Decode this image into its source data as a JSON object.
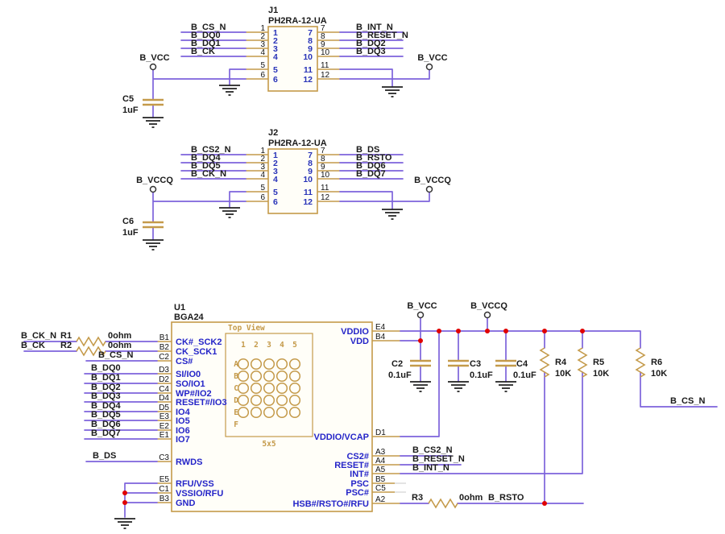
{
  "colors": {
    "wire": "#7d63db",
    "symbol": "#c49a4a",
    "pin_name": "#2424c8",
    "junction": "#e00000",
    "text": "#1a1a1a"
  },
  "j1": {
    "ref": "J1",
    "part": "PH2RA-12-UA",
    "pins_left": [
      "1",
      "2",
      "3",
      "4",
      "5",
      "6"
    ],
    "pins_right": [
      "7",
      "8",
      "9",
      "10",
      "11",
      "12"
    ],
    "nets_left": [
      "B_CS_N",
      "B_DQ0",
      "B_DQ1",
      "B_CK"
    ],
    "nets_right": [
      "B_INT_N",
      "B_RESET_N",
      "B_DQ2",
      "B_DQ3"
    ],
    "power_left": "B_VCC",
    "power_right": "B_VCC",
    "cap_ref": "C5",
    "cap_value": "1uF"
  },
  "j2": {
    "ref": "J2",
    "part": "PH2RA-12-UA",
    "pins_left": [
      "1",
      "2",
      "3",
      "4",
      "5",
      "6"
    ],
    "pins_right": [
      "7",
      "8",
      "9",
      "10",
      "11",
      "12"
    ],
    "nets_left": [
      "B_CS2_N",
      "B_DQ4",
      "B_DQ5",
      "B_CK_N"
    ],
    "nets_right": [
      "B_DS",
      "B_RSTO",
      "B_DQ6",
      "B_DQ7"
    ],
    "power_left": "B_VCCQ",
    "power_right": "B_VCCQ",
    "cap_ref": "C6",
    "cap_value": "1uF"
  },
  "u1": {
    "ref": "U1",
    "part": "BGA24",
    "top_view": {
      "title": "Top View",
      "columns": [
        "1",
        "2",
        "3",
        "4",
        "5"
      ],
      "rows": [
        "A",
        "B",
        "C",
        "D",
        "E",
        "F"
      ],
      "size": "5x5"
    },
    "left_pins": [
      {
        "num": "B1",
        "name": "CK#_SCK2"
      },
      {
        "num": "B2",
        "name": "CK_SCK1"
      },
      {
        "num": "C2",
        "name": "CS#"
      },
      {
        "num": "D3",
        "name": "SI/IO0"
      },
      {
        "num": "D2",
        "name": "SO/IO1"
      },
      {
        "num": "C4",
        "name": "WP#/IO2"
      },
      {
        "num": "D4",
        "name": "RESET#/IO3"
      },
      {
        "num": "D5",
        "name": "IO4"
      },
      {
        "num": "E3",
        "name": "IO5"
      },
      {
        "num": "E2",
        "name": "IO6"
      },
      {
        "num": "E1",
        "name": "IO7"
      },
      {
        "num": "C3",
        "name": "RWDS"
      },
      {
        "num": "E5",
        "name": "RFU/VSS"
      },
      {
        "num": "C1",
        "name": "VSSIO/RFU"
      },
      {
        "num": "B3",
        "name": "GND"
      }
    ],
    "right_pins": [
      {
        "num": "E4",
        "name": "VDDIO"
      },
      {
        "num": "B4",
        "name": "VDD"
      },
      {
        "num": "D1",
        "name": "VDDIO/VCAP"
      },
      {
        "num": "A3",
        "name": "CS2#"
      },
      {
        "num": "A4",
        "name": "RESET#"
      },
      {
        "num": "A5",
        "name": "INT#"
      },
      {
        "num": "B5",
        "name": "PSC"
      },
      {
        "num": "C5",
        "name": "PSC#"
      },
      {
        "num": "A2",
        "name": "HSB#/RSTO#/RFU"
      }
    ],
    "left_nets": {
      "ck_n": "B_CK_N",
      "ck": "B_CK",
      "cs_n": "B_CS_N",
      "dq": [
        "B_DQ0",
        "B_DQ1",
        "B_DQ2",
        "B_DQ3",
        "B_DQ4",
        "B_DQ5",
        "B_DQ6",
        "B_DQ7"
      ],
      "ds": "B_DS"
    },
    "right_nets": {
      "cs2_n": "B_CS2_N",
      "reset_n": "B_RESET_N",
      "int_n": "B_INT_N",
      "rsto": "B_RSTO",
      "cs_n": "B_CS_N"
    }
  },
  "resistors": {
    "r1": {
      "ref": "R1",
      "value": "0ohm"
    },
    "r2": {
      "ref": "R2",
      "value": "0ohm"
    },
    "r3": {
      "ref": "R3",
      "value": "0ohm"
    },
    "r4": {
      "ref": "R4",
      "value": "10K"
    },
    "r5": {
      "ref": "R5",
      "value": "10K"
    },
    "r6": {
      "ref": "R6",
      "value": "10K"
    }
  },
  "capacitors": {
    "c2": {
      "ref": "C2",
      "value": "0.1uF"
    },
    "c3": {
      "ref": "C3",
      "value": "0.1uF"
    },
    "c4": {
      "ref": "C4",
      "value": "0.1uF"
    }
  },
  "power": {
    "vcc": "B_VCC",
    "vccq": "B_VCCQ"
  }
}
